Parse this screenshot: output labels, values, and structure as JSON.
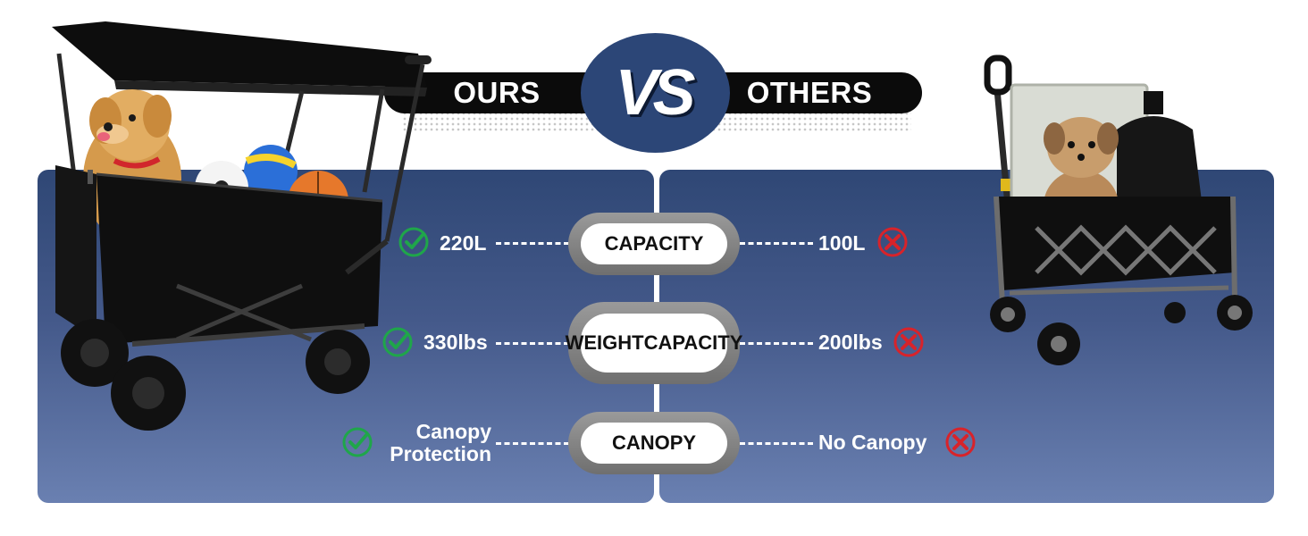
{
  "header": {
    "ours": "OURS",
    "vs": "VS",
    "others": "OTHERS"
  },
  "features": [
    {
      "label": "CAPACITY",
      "ours": "220L",
      "others": "100L"
    },
    {
      "label_lines": [
        "WEIGHT",
        "CAPACITY"
      ],
      "ours": "330lbs",
      "others": "200lbs"
    },
    {
      "label": "CANOPY",
      "ours_lines": [
        "Canopy",
        "Protection"
      ],
      "others": "No Canopy"
    }
  ],
  "icons": {
    "ours": "green-check-icon",
    "others": "red-x-icon"
  },
  "colors": {
    "panel_top": "#2f4775",
    "panel_bottom": "#6a80b1",
    "vs_circle": "#2c4677",
    "check": "#1fa64a",
    "cross": "#d8232a"
  }
}
